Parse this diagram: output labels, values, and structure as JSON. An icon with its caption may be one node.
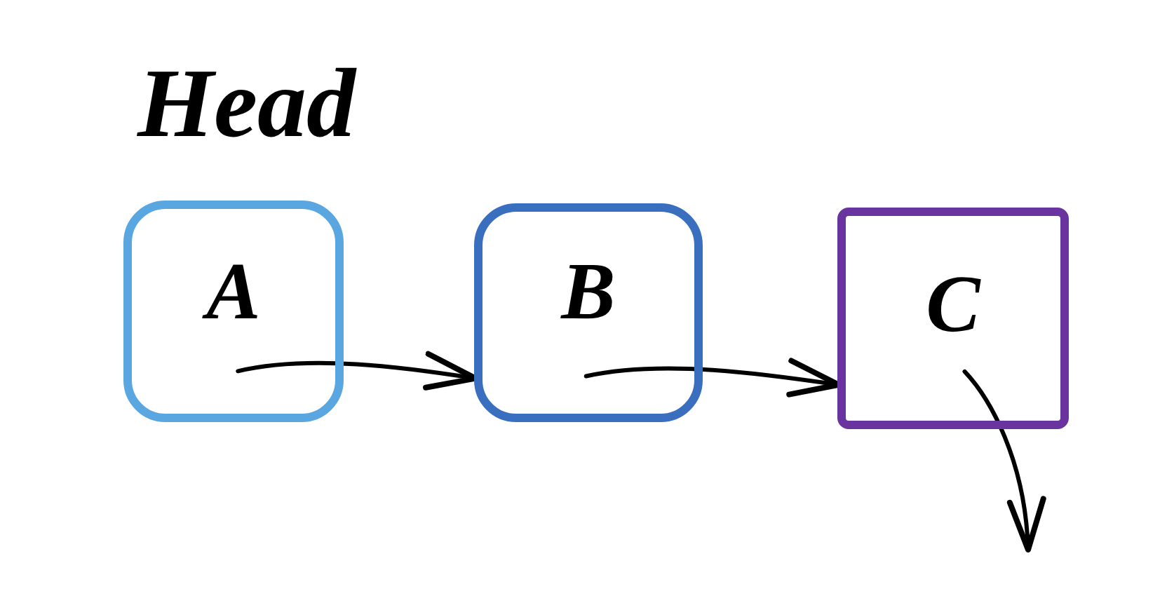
{
  "diagram": {
    "nodes": [
      {
        "text": [
          "A"
        ],
        "beside": [
          "Head"
        ]
      },
      {
        "text": [
          "B"
        ]
      },
      {
        "text": [
          "C"
        ]
      }
    ],
    "edges": [
      {
        "from": 0,
        "to": 1,
        "arrow": "to"
      },
      {
        "from": 1,
        "to": 2,
        "arrow": "to"
      },
      {
        "from": 2,
        "to": null,
        "arrow": "to"
      }
    ]
  }
}
